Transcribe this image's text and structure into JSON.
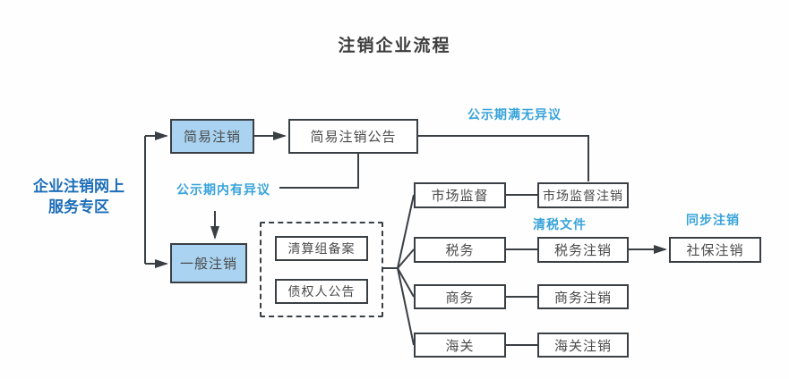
{
  "title": "注销企业流程",
  "sidebar_label": {
    "line1": "企业注销网上",
    "line2": "服务专区"
  },
  "nodes": {
    "simple_cancel": "简易注销",
    "simple_cancel_notice": "简易注销公告",
    "general_cancel": "一般注销",
    "liquidation_filing": "清算组备案",
    "creditor_notice": "债权人公告",
    "market_supervision": "市场监督",
    "market_supervision_cancel": "市场监督注销",
    "tax": "税务",
    "tax_cancel": "税务注销",
    "social_security_cancel": "社保注销",
    "commerce": "商务",
    "commerce_cancel": "商务注销",
    "customs": "海关",
    "customs_cancel": "海关注销"
  },
  "annotations": {
    "no_objection": "公示期满无异议",
    "objection": "公示期内有异议",
    "tax_clearance": "清税文件",
    "sync_cancel": "同步注销"
  },
  "colors": {
    "node_fill_blue": "#a9d3f0",
    "node_border": "#3a3f44",
    "sidebar_label_blue": "#1c6db8",
    "annotation_blue": "#38a3da",
    "title_dark": "#3d3d3d"
  }
}
